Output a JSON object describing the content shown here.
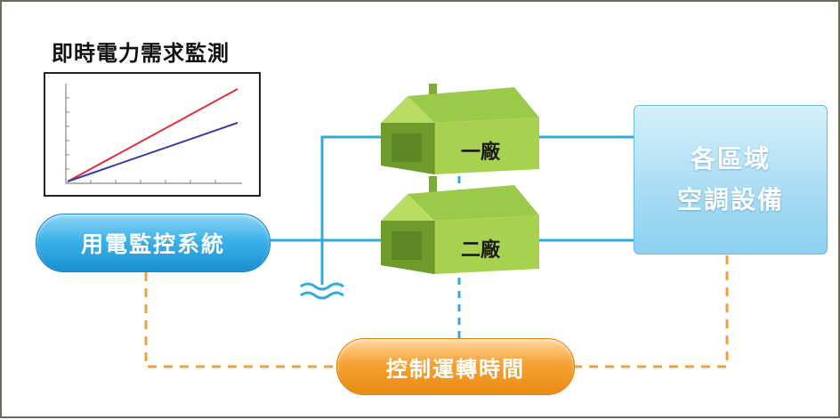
{
  "title": "即時電力需求監測",
  "nodes": {
    "power_monitoring_system": "用電監控系統",
    "factory_1": "一廠",
    "factory_2": "二廠",
    "area_ac_line1": "各區域",
    "area_ac_line2": "空調設備",
    "operation_time_control": "控制運轉時間"
  },
  "colors": {
    "link_blue": "#33aadd",
    "link_orange": "#f0a040",
    "factory_green": "#a6d04a",
    "chart_red": "#e0303a",
    "chart_blue": "#3a3aa8"
  }
}
